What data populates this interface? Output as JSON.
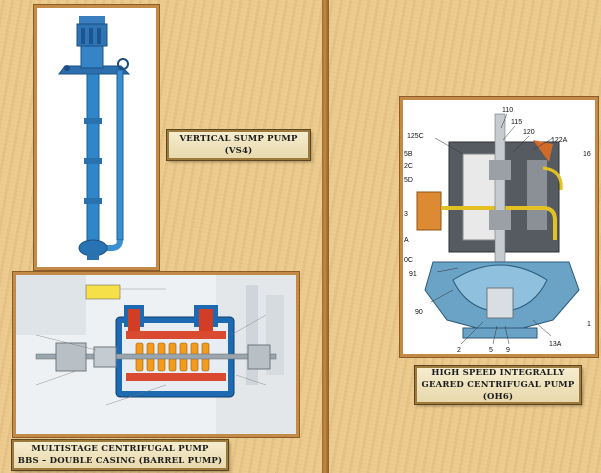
{
  "vertical_sump_pump": {
    "line1": "VERTICAL SUMP PUMP",
    "line2": "(VS4)"
  },
  "multistage_pump": {
    "line1": "MULTISTAGE CENTRIFUGAL PUMP",
    "line2": "BBS – DOUBLE CASING (BARREL PUMP)"
  },
  "high_speed_pump": {
    "line1": "HIGH SPEED INTEGRALLY",
    "line2": "GEARED CENTRIFUGAL PUMP",
    "line3": "(OH6)",
    "callouts": {
      "c110": "110",
      "c115": "115",
      "c120": "120",
      "c125c": "125C",
      "c122a": "122A",
      "c16": "16",
      "c5b": "5B",
      "c2c": "2C",
      "c5d": "5D",
      "c3": "3",
      "cA": "A",
      "c0c": "0C",
      "c91": "91",
      "c90": "90",
      "c2": "2",
      "c5": "5",
      "c9": "9",
      "c13a": "13A",
      "c1": "1"
    }
  },
  "colors": {
    "background": "#ecc98a",
    "frame_border": "#c48a47",
    "label_bg": "#f3e8c8",
    "pump_blue": "#2e86c1",
    "casing_red": "#d2432c",
    "impeller_orange": "#f29b1d"
  }
}
